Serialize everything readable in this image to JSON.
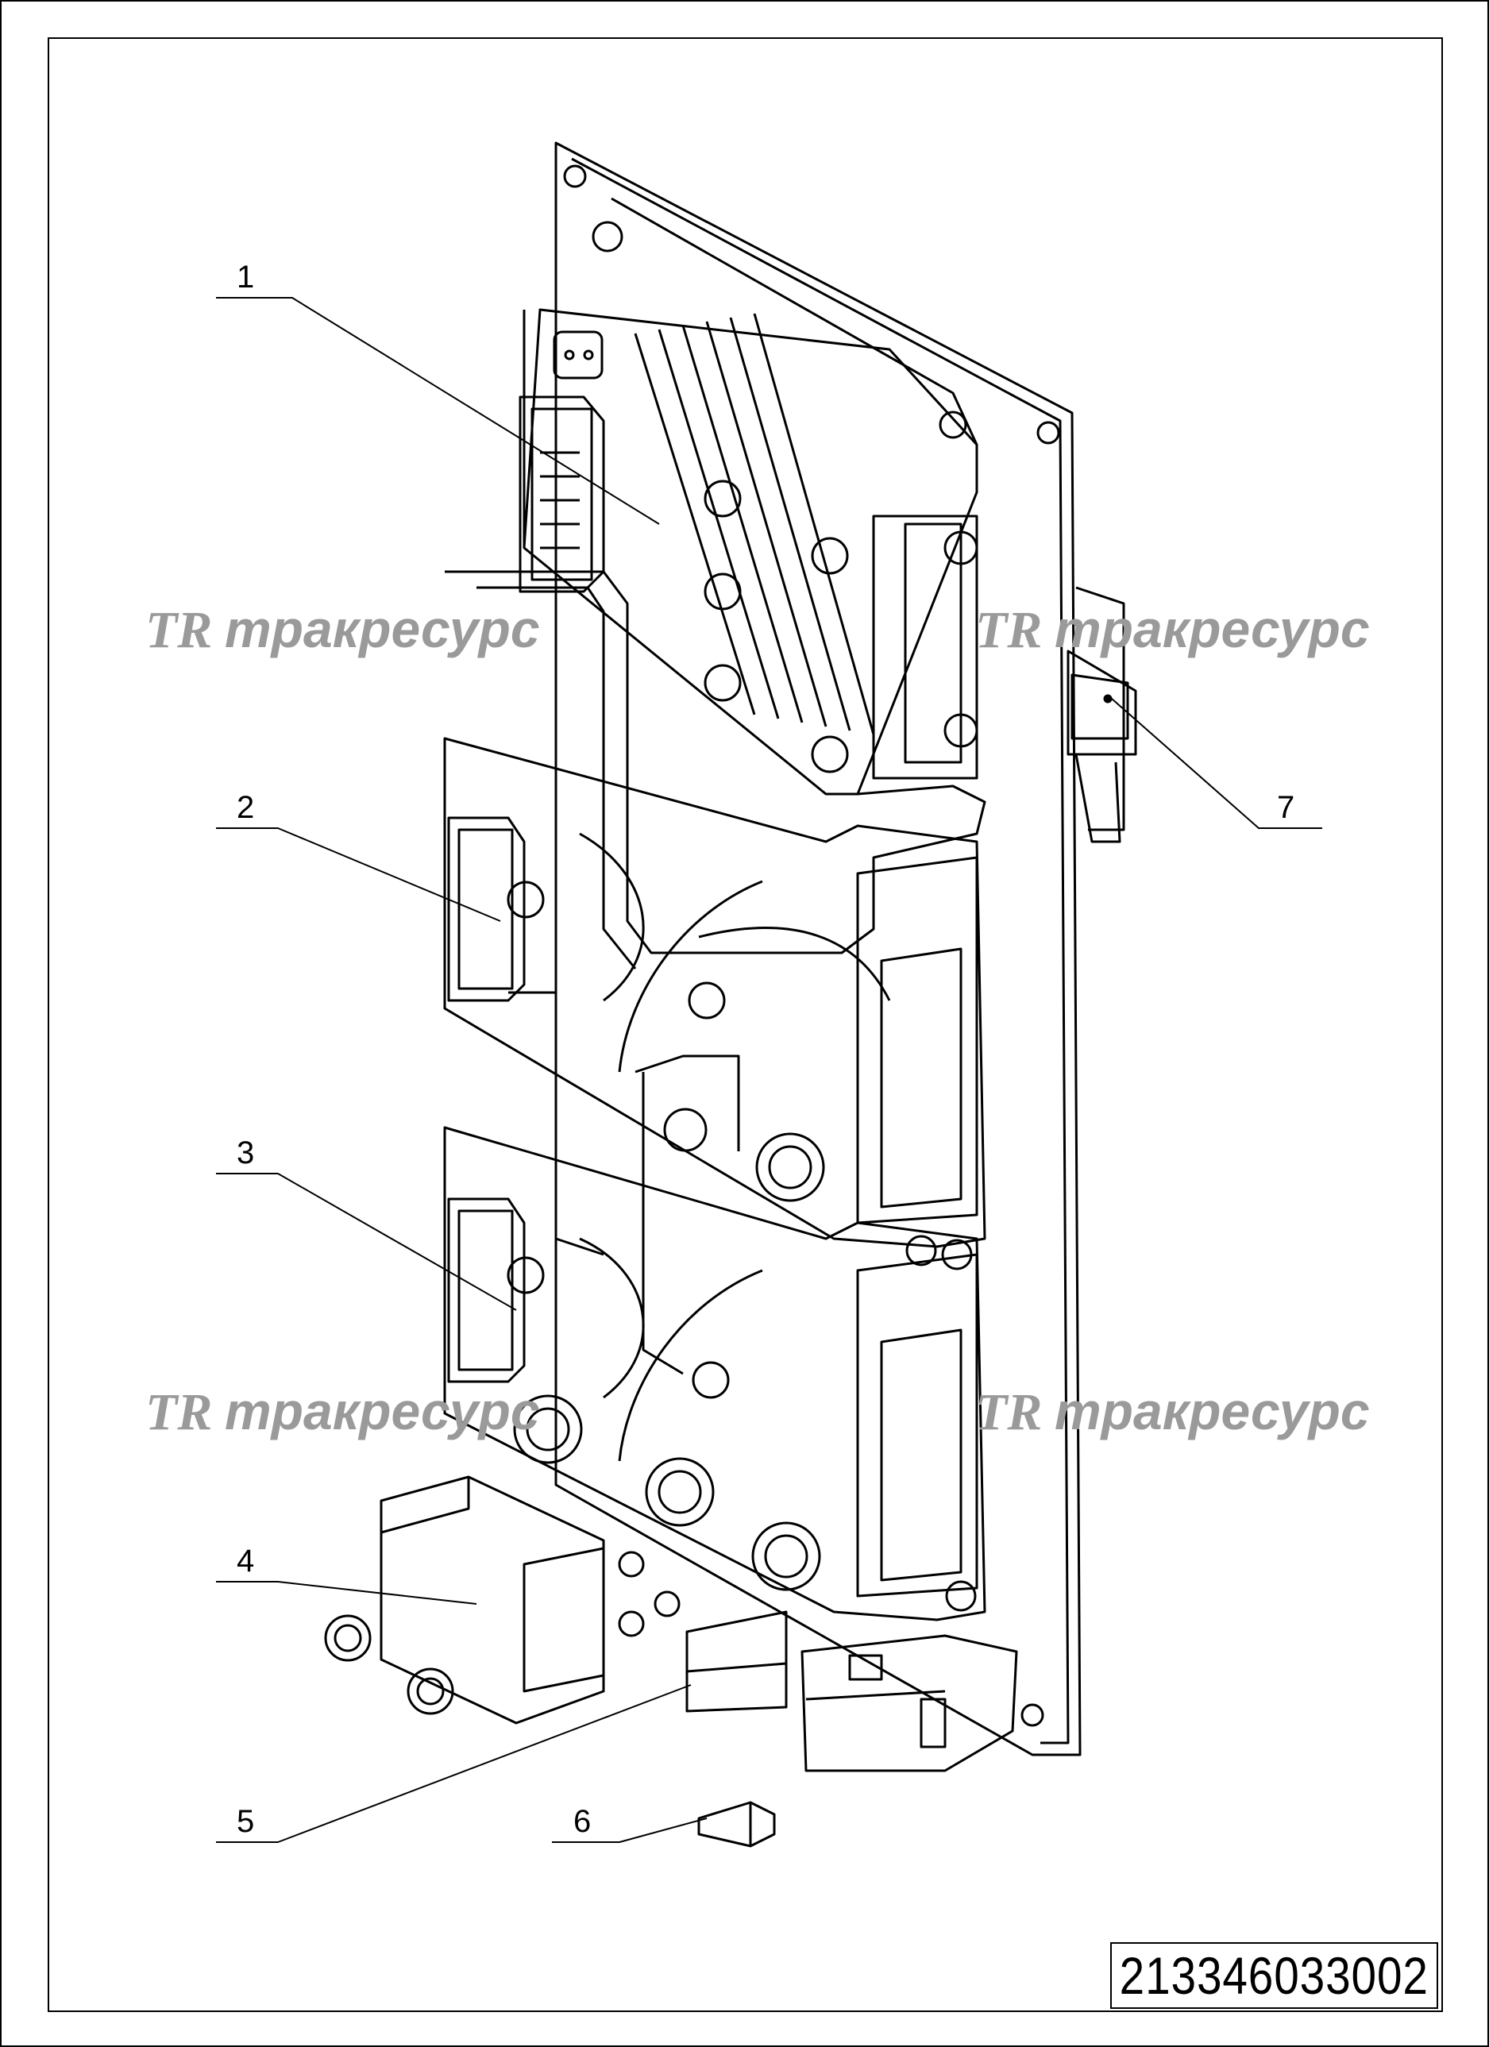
{
  "drawing": {
    "document_number": "213346033002",
    "callouts": [
      {
        "id": "callout-1",
        "label": "1"
      },
      {
        "id": "callout-2",
        "label": "2"
      },
      {
        "id": "callout-3",
        "label": "3"
      },
      {
        "id": "callout-4",
        "label": "4"
      },
      {
        "id": "callout-5",
        "label": "5"
      },
      {
        "id": "callout-6",
        "label": "6"
      },
      {
        "id": "callout-7",
        "label": "7"
      }
    ],
    "watermark": {
      "logo": "TR",
      "text": "тракресурс"
    },
    "colors": {
      "line": "#000000",
      "watermark": "#9a9a9a",
      "background": "#ffffff"
    }
  }
}
